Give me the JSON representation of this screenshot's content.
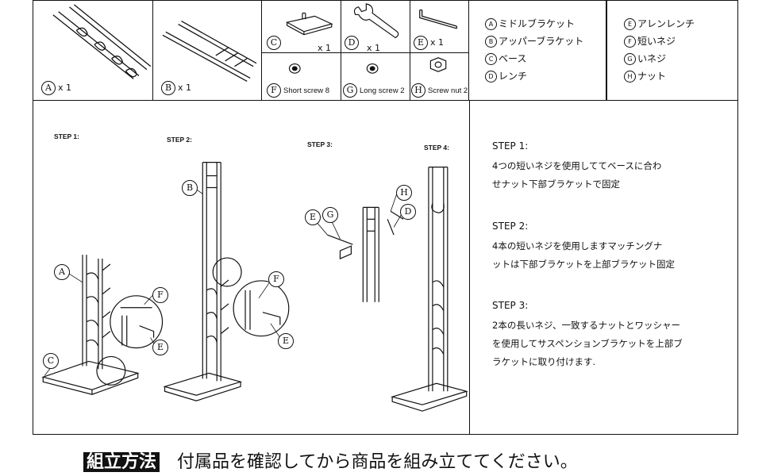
{
  "parts": {
    "A": {
      "letter": "A",
      "qty": "x 1"
    },
    "B": {
      "letter": "B",
      "qty": "x 1"
    },
    "C": {
      "letter": "C",
      "qty": "x 1"
    },
    "D": {
      "letter": "D",
      "qty": "x 1"
    },
    "E": {
      "letter": "E",
      "qty": "x 1"
    },
    "F": {
      "letter": "F",
      "name": "Short screw 8"
    },
    "G": {
      "letter": "G",
      "name": "Long screw 2"
    },
    "H": {
      "letter": "H",
      "name": "Screw nut 2"
    }
  },
  "legend_left": [
    {
      "mark": "A",
      "text": "ミドルブラケット"
    },
    {
      "mark": "B",
      "text": "アッパーブラケット"
    },
    {
      "mark": "C",
      "text": "ベース"
    },
    {
      "mark": "D",
      "text": "レンチ"
    }
  ],
  "legend_right": [
    {
      "mark": "E",
      "text": "アレンレンチ"
    },
    {
      "mark": "F",
      "text": "短いネジ"
    },
    {
      "mark": "G",
      "text": "いネジ"
    },
    {
      "mark": "H",
      "text": "ナット"
    }
  ],
  "diagram_steps": {
    "s1": "STEP 1:",
    "s2": "STEP 2:",
    "s3": "STEP 3:",
    "s4": "STEP 4:"
  },
  "callouts": {
    "A": "A",
    "B": "B",
    "C": "C",
    "D": "D",
    "E": "E",
    "F": "F",
    "G": "G",
    "H": "H"
  },
  "instructions": [
    {
      "title": "STEP 1:",
      "lines": [
        "4つの短いネジを使用しててベースに合わ",
        "せナット下部ブラケットで固定"
      ]
    },
    {
      "title": "STEP 2:",
      "lines": [
        "4本の短いネジを使用しますマッチングナ",
        "ットは下部ブラケットを上部ブラケット固定"
      ]
    },
    {
      "title": "STEP 3:",
      "lines": [
        "2本の長いネジ、一致するナットとワッシャー",
        "を使用してサスペンションブラケットを上部ブ",
        "ラケットに取り付けます."
      ]
    }
  ],
  "footer": {
    "tag": "組立方法",
    "text": "付属品を確認してから商品を組み立ててください。"
  }
}
